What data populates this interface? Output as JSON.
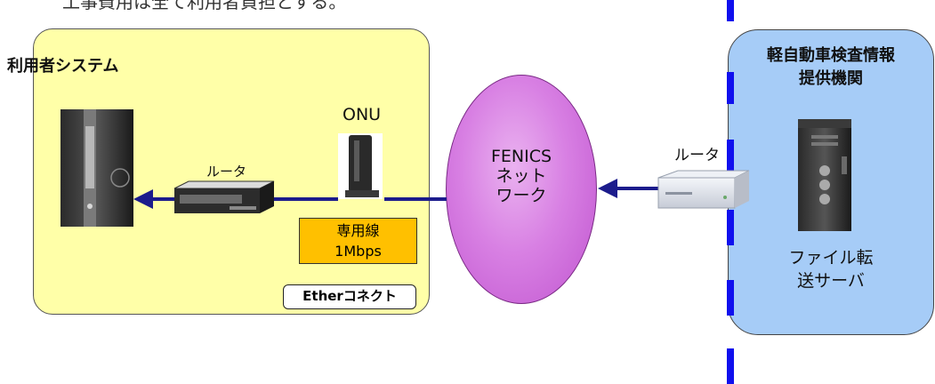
{
  "header_text": "工事費用は全て利用者負担とする。",
  "user_system": {
    "title": "利用者システム"
  },
  "provider": {
    "title_line1": "軽自動車検査情報",
    "title_line2": "提供機関"
  },
  "devices": {
    "onu_label": "ONU",
    "router_left_label": "ルータ",
    "router_right_label": "ルータ",
    "server_label_line1": "ファイル転",
    "server_label_line2": "送サーバ"
  },
  "dedicated_line": {
    "line1": "専用線",
    "line2": "1Mbps"
  },
  "ether_connect": "Etherコネクト",
  "network": {
    "line1": "FENICS",
    "line2": "ネット",
    "line3": "ワーク"
  },
  "colors": {
    "user_panel": "#ffffa8",
    "provider_panel": "#a6ccf7",
    "line_box": "#ffc000",
    "network": "#d880e3",
    "connector": "#1c1c8c",
    "boundary": "#1010ee"
  }
}
